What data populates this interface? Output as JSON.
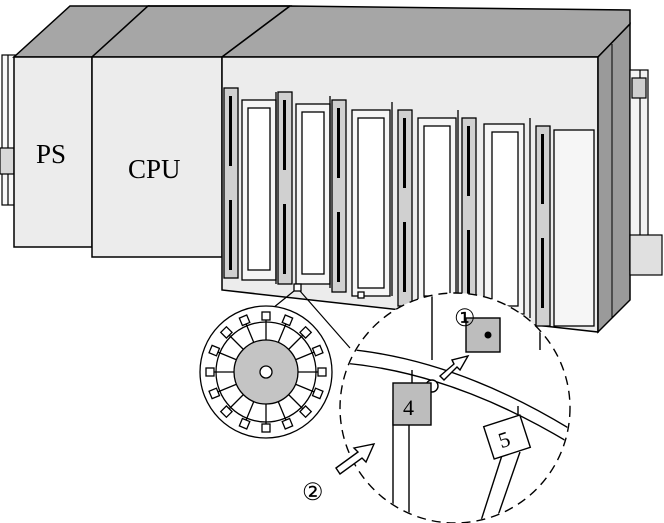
{
  "modules": {
    "ps_label": "PS",
    "cpu_label": "CPU"
  },
  "callouts": {
    "c1": "①",
    "c2": "②",
    "key4": "4",
    "key5": "5"
  },
  "colors": {
    "top_face": "#a6a6a6",
    "front_face": "#eaeaea",
    "slot_grey": "#c8c8c8",
    "side_face": "#8f8f8f",
    "key_fill": "#bdbdbd",
    "stroke": "#000000"
  }
}
